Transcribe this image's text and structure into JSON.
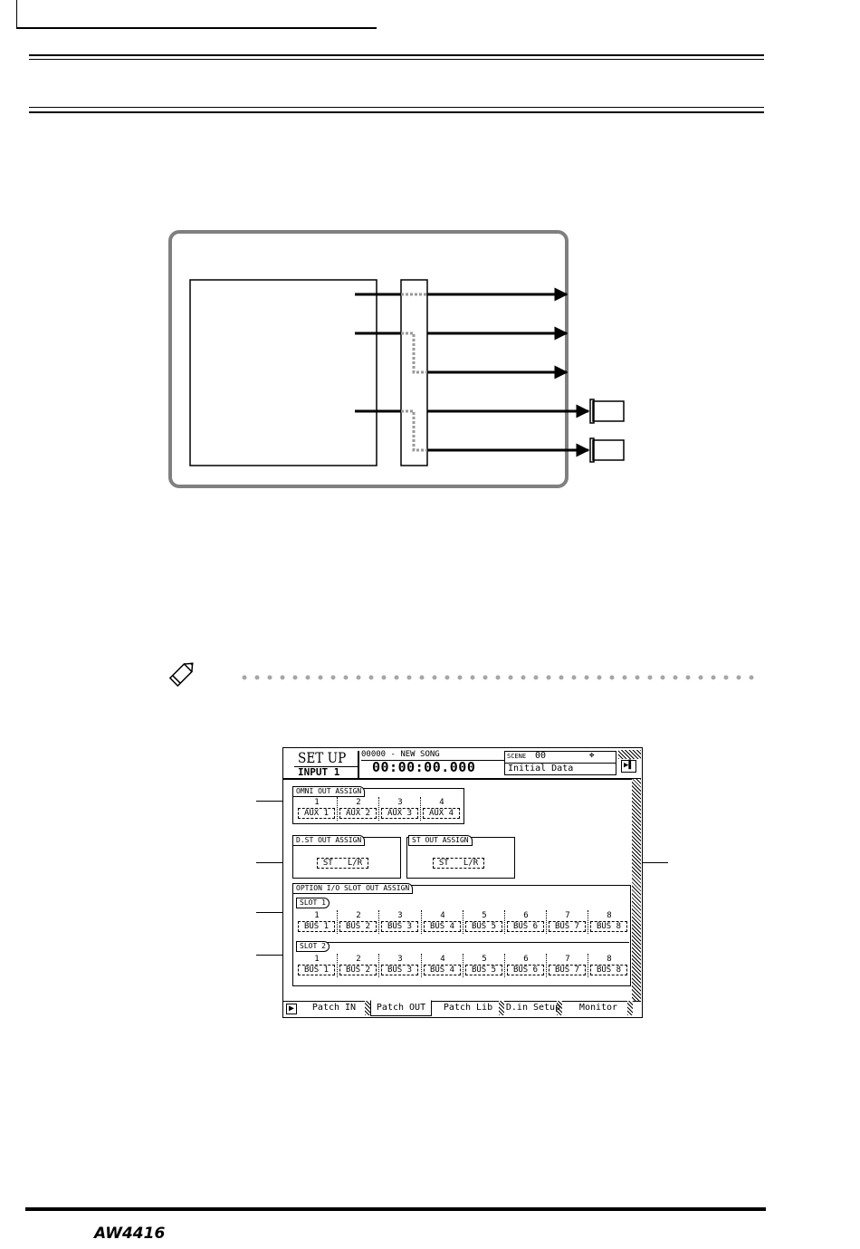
{
  "footer": {
    "logo": "AW4416"
  },
  "lcd": {
    "title": "SET UP",
    "subtitle": "INPUT 1",
    "song_line": "00000 - NEW SONG",
    "time": "00:00:00.000",
    "scene_label": "SCENE",
    "scene_number": "00",
    "scene_name": "Initial Data",
    "omni": {
      "label": "OMNI OUT ASSIGN",
      "numbers": [
        "1",
        "2",
        "3",
        "4"
      ],
      "values": [
        "AUX 1",
        "AUX 2",
        "AUX 3",
        "AUX 4"
      ]
    },
    "dst": {
      "label": "D.ST OUT ASSIGN",
      "value": "ST   L/R"
    },
    "st": {
      "label": "ST OUT ASSIGN",
      "value": "ST   L/R"
    },
    "option": {
      "label": "OPTION I/O SLOT OUT ASSIGN",
      "slot1_label": "SLOT 1",
      "slot2_label": "SLOT 2",
      "numbers": [
        "1",
        "2",
        "3",
        "4",
        "5",
        "6",
        "7",
        "8"
      ],
      "slot1_values": [
        "BUS 1",
        "BUS 2",
        "BUS 3",
        "BUS 4",
        "BUS 5",
        "BUS 6",
        "BUS 7",
        "BUS 8"
      ],
      "slot2_values": [
        "BUS 1",
        "BUS 2",
        "BUS 3",
        "BUS 4",
        "BUS 5",
        "BUS 6",
        "BUS 7",
        "BUS 8"
      ]
    },
    "tabs": [
      "Patch IN",
      "Patch OUT",
      "Patch Lib",
      "D.in Setup",
      "Monitor"
    ]
  }
}
